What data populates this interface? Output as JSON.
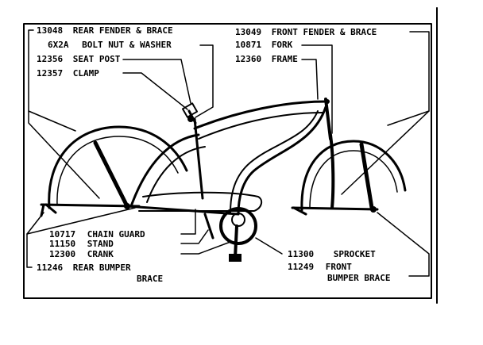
{
  "labels": {
    "rear_fender_brace": {
      "number": "13048",
      "text": "REAR FENDER & BRACE"
    },
    "bolt_nut_washer": {
      "number": "6X2A",
      "text": "BOLT NUT & WASHER"
    },
    "seat_post": {
      "number": "12356",
      "text": "SEAT POST"
    },
    "clamp": {
      "number": "12357",
      "text": "CLAMP"
    },
    "front_fender_brace": {
      "number": "13049",
      "text": "FRONT FENDER & BRACE"
    },
    "fork": {
      "number": "10871",
      "text": "FORK"
    },
    "frame": {
      "number": "12360",
      "text": "FRAME"
    },
    "chain_guard": {
      "number": "10717",
      "text": "CHAIN GUARD"
    },
    "stand": {
      "number": "11150",
      "text": "STAND"
    },
    "crank": {
      "number": "12300",
      "text": "CRANK"
    },
    "rear_bumper_brace": {
      "number": "11246",
      "text": "REAR BUMPER",
      "text2": "BRACE"
    },
    "sprocket": {
      "number": "11300",
      "text": "SPROCKET"
    },
    "front_bumper_brace": {
      "number": "11249",
      "text": "FRONT",
      "text2": "BUMPER BRACE"
    }
  }
}
